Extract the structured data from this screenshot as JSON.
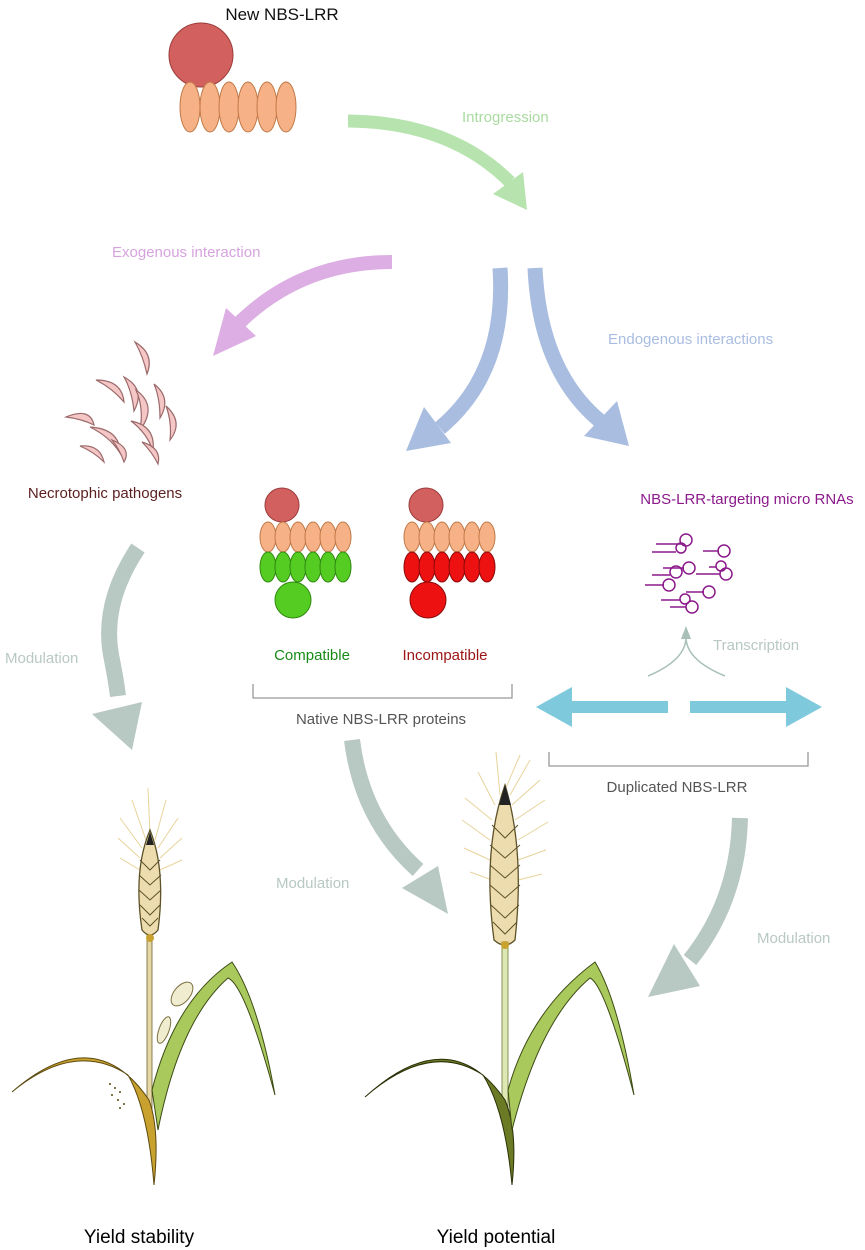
{
  "title": "New NBS-LRR",
  "colors": {
    "introgression": "#b6e3ae",
    "exogenous": "#dcaee3",
    "endogenous": "#a9bde0",
    "modulation": "#b8c8c2",
    "duplication": "#7ec9dc",
    "lrr": "#f7b186",
    "nbs_head": "#d2605f",
    "compatible": "#55cc22",
    "incompatible": "#ee1111",
    "microrna": "#8b1a8b",
    "pathogen_label": "#5c1f1f",
    "wheat_stressed_leaf": "#c9a12e",
    "wheat_healthy_leaf": "#6b7a24",
    "wheat_light_leaf": "#a9c95c"
  },
  "arrows": {
    "introgression": "Introgression",
    "exogenous": "Exogenous interaction",
    "endogenous": "Endogenous interactions",
    "modulation_left": "Modulation",
    "modulation_center": "Modulation",
    "modulation_right": "Modulation",
    "transcription": "Transcription"
  },
  "pathogens": {
    "label": "Necrotophic pathogens"
  },
  "native_proteins": {
    "compatible": "Compatible",
    "incompatible": "Incompatible",
    "bracket_label": "Native NBS-LRR proteins"
  },
  "micro_rnas": {
    "label": "NBS-LRR-targeting micro RNAs"
  },
  "duplicated": {
    "bracket_label": "Duplicated NBS-LRR"
  },
  "outcomes": {
    "left": "Yield stability",
    "right": "Yield potential"
  }
}
